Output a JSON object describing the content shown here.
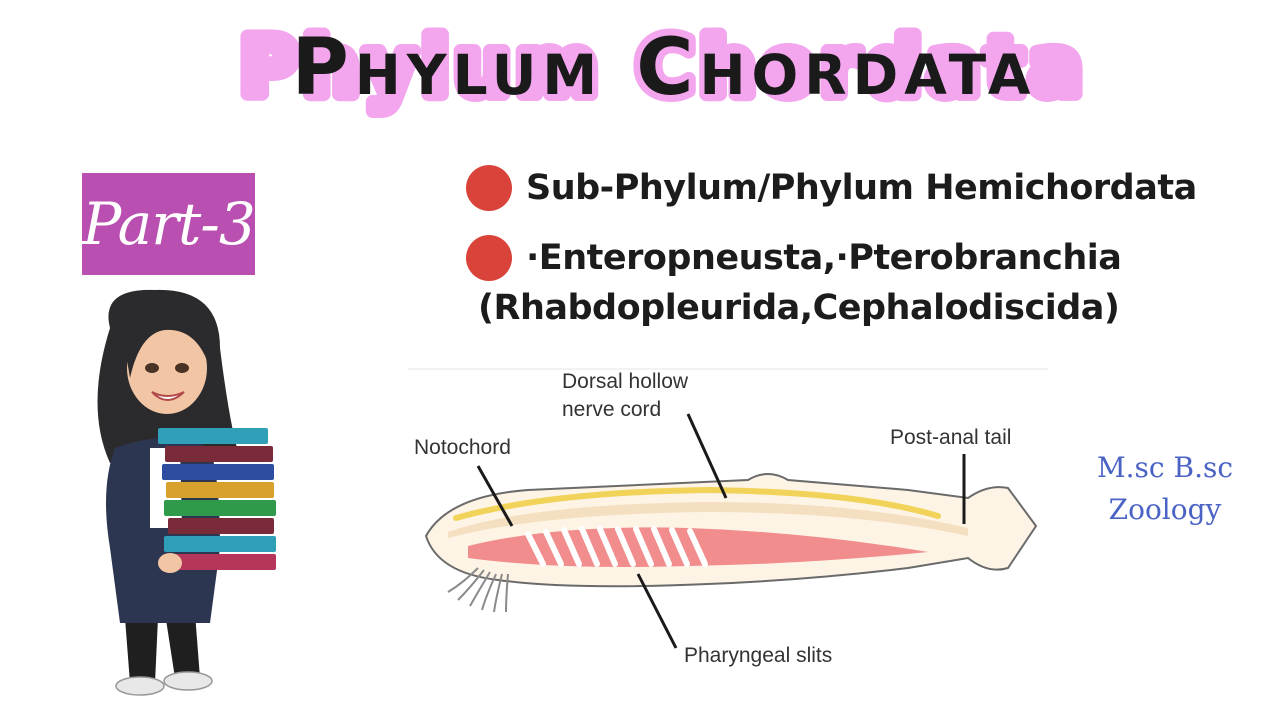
{
  "title": "Phylum Chordata",
  "badge": "Part-3",
  "bullets": [
    "Sub-Phylum/Phylum Hemichordata",
    "·Enteropneusta,·Pterobranchia"
  ],
  "bullet_continuation": "(Rhabdopleurida,Cephalodiscida)",
  "diagram": {
    "labels": {
      "dorsal_1": "Dorsal hollow",
      "dorsal_2": "nerve cord",
      "notochord": "Notochord",
      "tail": "Post-anal tail",
      "slits": "Pharyngeal slits"
    }
  },
  "credit": {
    "line1": "M.sc B.sc",
    "line2": "Zoology"
  },
  "colors": {
    "title_fill": "#1a1a1a",
    "title_glow": "#f08fe6",
    "badge_bg": "#b94fb0",
    "bullet": "#d9433a",
    "credit": "#4a63c4"
  }
}
